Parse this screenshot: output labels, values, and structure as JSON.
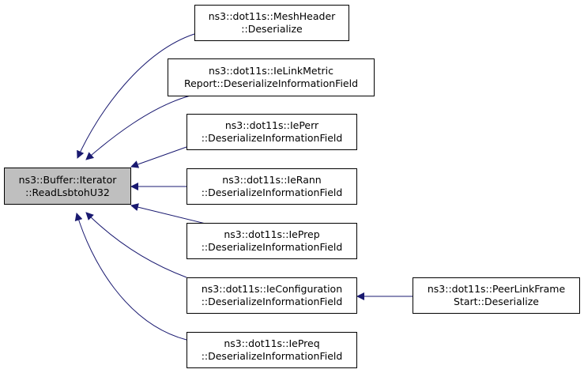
{
  "diagram": {
    "colors": {
      "edge": "#191970",
      "root_fill": "#bfbfbf",
      "node_fill": "#ffffff",
      "border": "#000000"
    },
    "nodes": {
      "root": {
        "line1": "ns3::Buffer::Iterator",
        "line2": "::ReadLsbtohU32"
      },
      "mesh": {
        "line1": "ns3::dot11s::MeshHeader",
        "line2": "::Deserialize"
      },
      "linkm": {
        "line1": "ns3::dot11s::IeLinkMetric",
        "line2": "Report::DeserializeInformationField"
      },
      "perr": {
        "line1": "ns3::dot11s::IePerr",
        "line2": "::DeserializeInformationField"
      },
      "rann": {
        "line1": "ns3::dot11s::IeRann",
        "line2": "::DeserializeInformationField"
      },
      "prep": {
        "line1": "ns3::dot11s::IePrep",
        "line2": "::DeserializeInformationField"
      },
      "config": {
        "line1": "ns3::dot11s::IeConfiguration",
        "line2": "::DeserializeInformationField"
      },
      "preq": {
        "line1": "ns3::dot11s::IePreq",
        "line2": "::DeserializeInformationField"
      },
      "peerlink": {
        "line1": "ns3::dot11s::PeerLinkFrame",
        "line2": "Start::Deserialize"
      }
    },
    "edges": [
      {
        "from": "mesh",
        "to": "root"
      },
      {
        "from": "linkm",
        "to": "root"
      },
      {
        "from": "perr",
        "to": "root"
      },
      {
        "from": "rann",
        "to": "root"
      },
      {
        "from": "prep",
        "to": "root"
      },
      {
        "from": "config",
        "to": "root"
      },
      {
        "from": "preq",
        "to": "root"
      },
      {
        "from": "peerlink",
        "to": "config"
      }
    ]
  }
}
